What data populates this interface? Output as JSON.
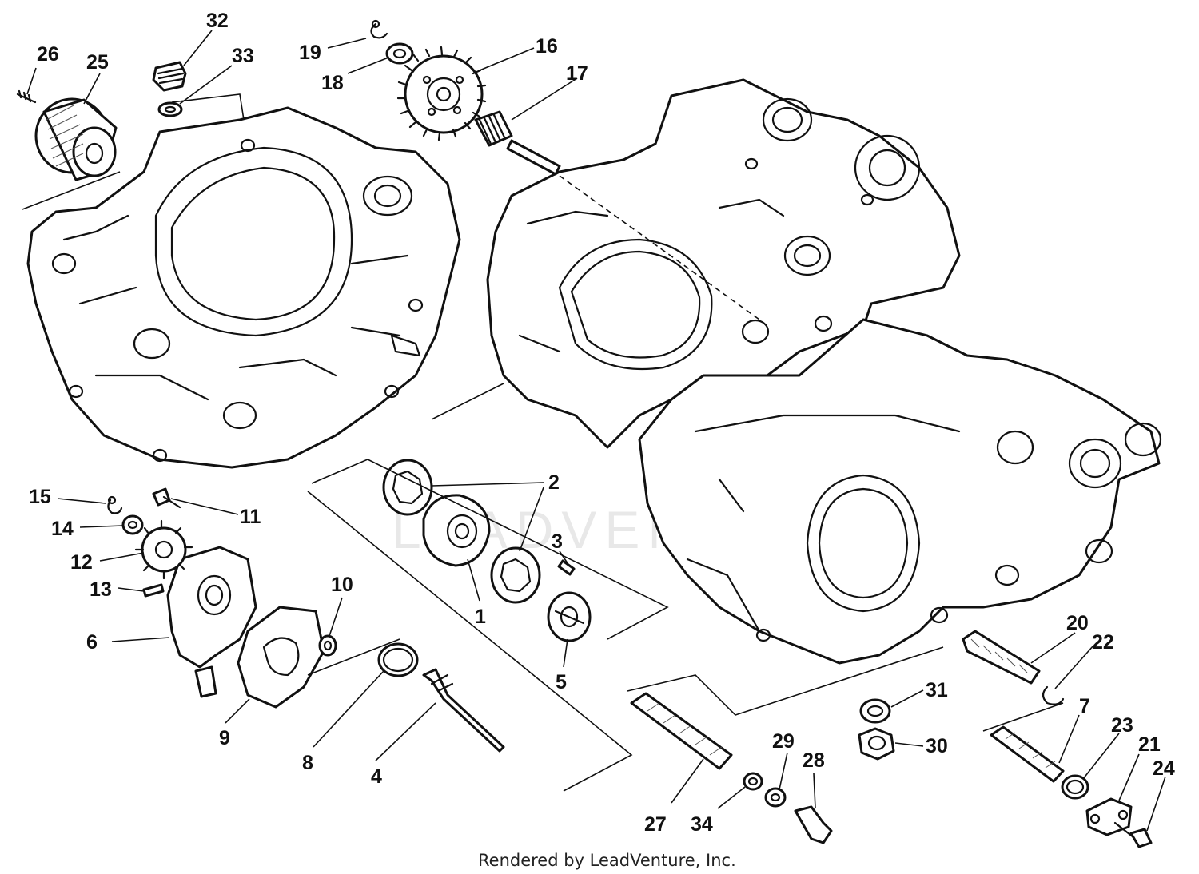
{
  "diagram": {
    "callouts": {
      "p1": "1",
      "p2": "2",
      "p3": "3",
      "p4": "4",
      "p5": "5",
      "p6": "6",
      "p7": "7",
      "p8": "8",
      "p9": "9",
      "p10": "10",
      "p11": "11",
      "p12": "12",
      "p13": "13",
      "p14": "14",
      "p15": "15",
      "p16": "16",
      "p17": "17",
      "p18": "18",
      "p19": "19",
      "p20": "20",
      "p21": "21",
      "p22": "22",
      "p23": "23",
      "p24": "24",
      "p25": "25",
      "p26": "26",
      "p27": "27",
      "p28": "28",
      "p29": "29",
      "p30": "30",
      "p31": "31",
      "p32": "32",
      "p33": "33",
      "p34": "34"
    },
    "credit": "Rendered by LeadVenture, Inc.",
    "watermark": "LEADVENTURE"
  }
}
